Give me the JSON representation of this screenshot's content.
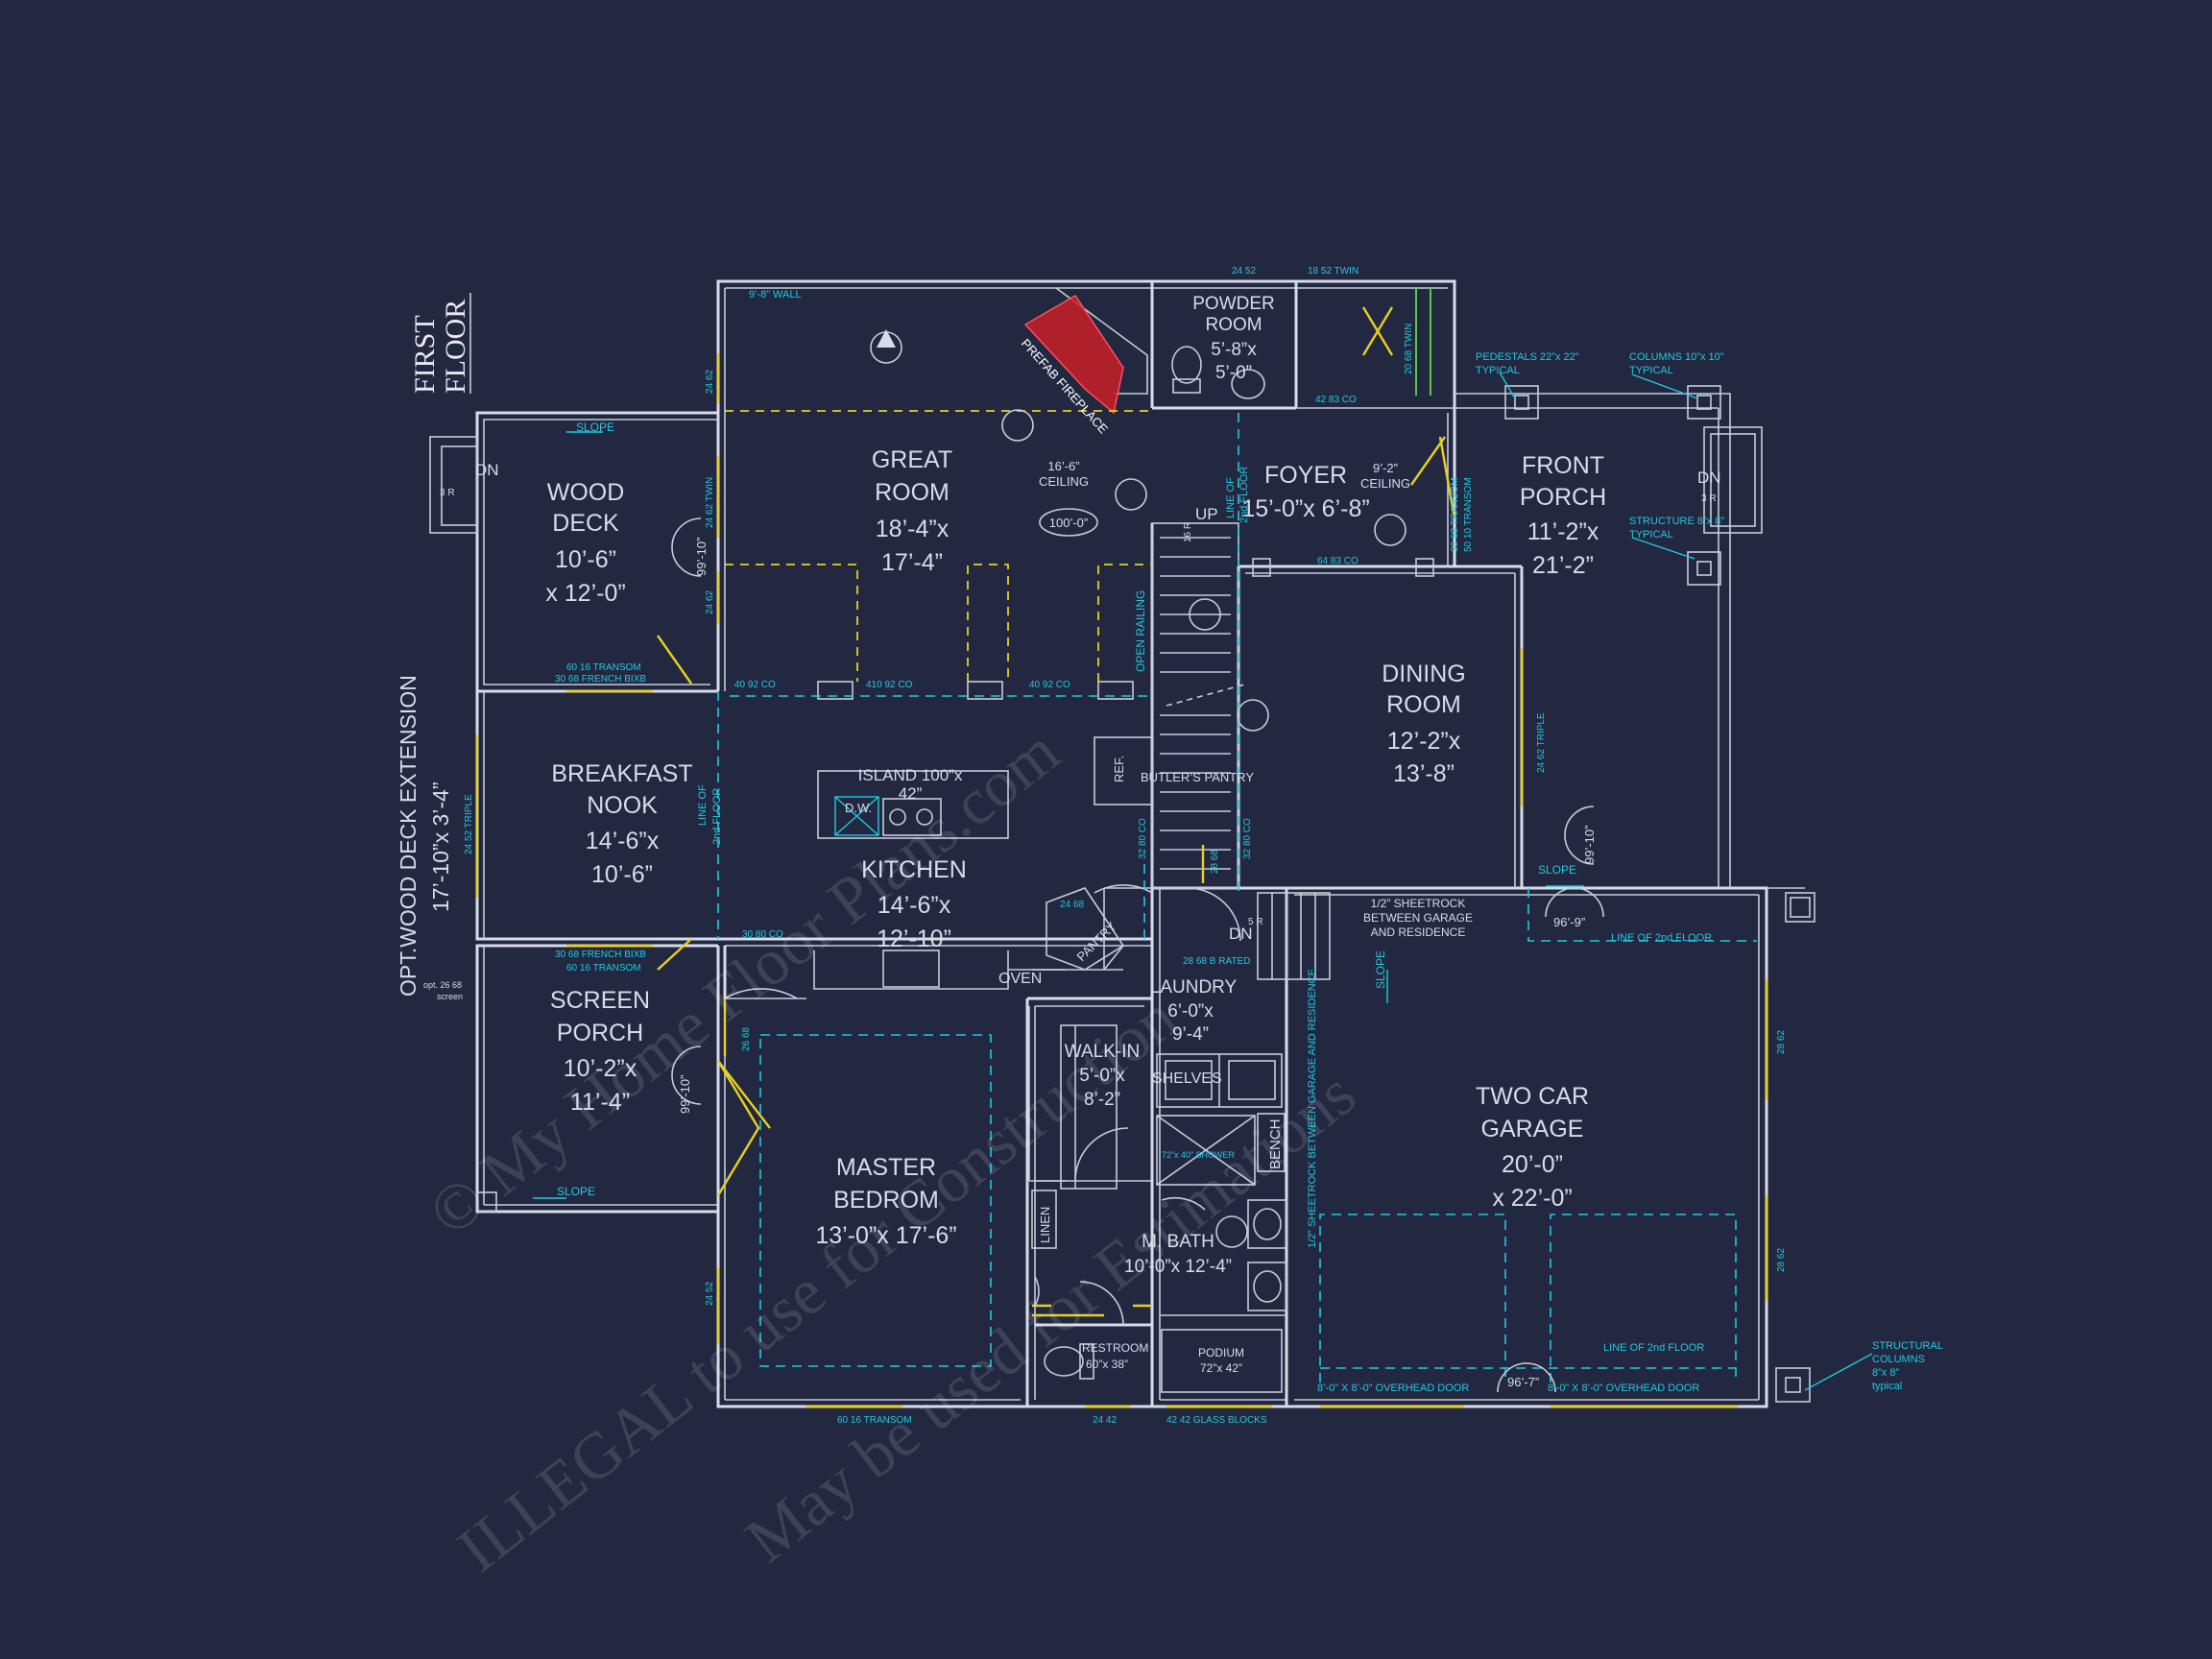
{
  "drawing": {
    "title_line1": "FIRST",
    "title_line2": "FLOOR",
    "colors": {
      "background": "#222840",
      "walls": "#d8dce8",
      "notes": "#22c8e0",
      "windows": "#e8d020",
      "fireplace": "#c81e28"
    }
  },
  "rooms": {
    "wood_deck": {
      "name1": "WOOD",
      "name2": "DECK",
      "dim1": "10’-6”",
      "dim2": "x  12’-0”"
    },
    "great_room": {
      "name1": "GREAT",
      "name2": "ROOM",
      "dim1": "18’-4”x",
      "dim2": "17’-4”"
    },
    "powder_room": {
      "name1": "POWDER",
      "name2": "ROOM",
      "dim1": "5’-8”x",
      "dim2": "5’-0”"
    },
    "foyer": {
      "name": "FOYER",
      "dim": "15’-0”x  6’-8”"
    },
    "front_porch": {
      "name1": "FRONT",
      "name2": "PORCH",
      "dim1": "11’-2”x",
      "dim2": "21’-2”"
    },
    "dining_room": {
      "name1": "DINING",
      "name2": "ROOM",
      "dim1": "12’-2”x",
      "dim2": "13’-8”"
    },
    "breakfast_nook": {
      "name1": "BREAKFAST",
      "name2": "NOOK",
      "dim1": "14’-6”x",
      "dim2": "10’-6”"
    },
    "kitchen": {
      "name": "KITCHEN",
      "dim1": "14’-6”x",
      "dim2": "12’-10”"
    },
    "screen_porch": {
      "name1": "SCREEN",
      "name2": "PORCH",
      "dim1": "10’-2”x",
      "dim2": "11’-4”"
    },
    "master_bedroom": {
      "name1": "MASTER",
      "name2": "BEDROM",
      "dim": "13’-0”x  17’-6”"
    },
    "laundry": {
      "name": "LAUNDRY",
      "dim1": "6’-0”x",
      "dim2": "9’-4”"
    },
    "walk_in": {
      "name": "WALK-IN",
      "dim1": "5’-0”x",
      "dim2": "8’-2”"
    },
    "m_bath": {
      "name": "M. BATH",
      "dim": "10’-0”x  12’-4”"
    },
    "garage": {
      "name1": "TWO CAR",
      "name2": "GARAGE",
      "dim1": "20’-0”",
      "dim2": "x  22’-0”"
    }
  },
  "labels": {
    "opt_deck_1": "OPT.WOOD DECK EXTENSION",
    "opt_deck_2": "17’-10”x 3’-4”",
    "island": "ISLAND 100”x",
    "island2": "42”",
    "dw": "D.W.",
    "oven": "OVEN",
    "pantry": "PANTRY",
    "ref": "REF.",
    "butlers": "BUTLER’S PANTRY",
    "shelves": "SHELVES",
    "linen": "LINEN",
    "bench": "BENCH",
    "up": "UP",
    "dn1": "DN",
    "dn2": "DN",
    "dn3": "DN",
    "prefab": "PREFAB FIREPLACE",
    "open_railing": "OPEN RAILING"
  },
  "notes": {
    "wall_98": "9’-8” WALL",
    "ceil_great": "16’-6”",
    "ceil_great2": "CEILING",
    "ceil_foyer": "9’-2”",
    "ceil_foyer2": "CEILING",
    "arc_100": "100’-0”",
    "arc_99a": "99’-10”",
    "arc_99b": "99’-10”",
    "arc_99c": "99’-10”",
    "arc_96a": "96’-9”",
    "arc_96b": "96’-7”",
    "slope1": "SLOPE",
    "slope2": "SLOPE",
    "slope3": "SLOPE",
    "slope4": "SLOPE",
    "w_2452_top": "24 52",
    "w_1852": "18 52 TWIN",
    "w_4283": "42 83 CO",
    "w_2068": "20 68 TWIN",
    "w_2462": "24 62",
    "w_2462twin": "24 62 TWIN",
    "w_2462b": "24 62",
    "w_6016": "60 16 TRANSOM",
    "w_3068f": "30 68 FRENCH BIXB",
    "w_40921": "40 92 CO",
    "w_41092": "410 92 CO",
    "w_40922": "40 92 CO",
    "w_6483": "64 83 CO",
    "w_2462triple": "24 62 TRIPLE",
    "w_2452triple": "24 52 TRIPLE",
    "w_3080": "30 80 CO",
    "w_3068f2": "30 68 FRENCH BIXB",
    "w_6016b": "60 16 TRANSOM",
    "w_3280": "32 80 CO",
    "w_3280b": "32 80 CO",
    "w_2868": "28 68",
    "w_2468": "24 68",
    "w_2868b": "28 68 B RATED",
    "w_2668": "26 68",
    "w_2452b": "24 52",
    "w_6016c": "60 16 TRANSOM",
    "w_2442": "24 42",
    "w_4242": "42 42 GLASS BLOCKS",
    "w_2862a": "28 62",
    "w_2862b": "28 62",
    "pedestals": "PEDESTALS 22”x 22”",
    "pedestals2": "TYPICAL",
    "columns": "COLUMNS 10”x 10”",
    "columns2": "TYPICAL",
    "structure": "STRUCTURE 8”x 8”",
    "structure2": "TYPICAL",
    "sheetrock1": "1/2” SHEETROCK",
    "sheetrock2": "BETWEEN GARAGE",
    "sheetrock3": "AND RESIDENCE",
    "sheetrock_v": "1/2” SHEETROCK BETWEEN GARAGE AND RESIDENCE",
    "line2nd_a": "LINE OF",
    "line2nd_a2": "2nd FLOOR",
    "line2nd_b": "LINE OF",
    "line2nd_b2": "2nd FLOOR",
    "line2nd_c": "LINE OF 2nd FLOOR",
    "line2nd_d": "LINE OF 2nd FLOOR",
    "overhead1": "8’-0” X 8’-0” OVERHEAD DOOR",
    "overhead2": "8’-0” X 8’-0” OVERHEAD DOOR",
    "structural_cols": "STRUCTURAL",
    "structural_cols2": "COLUMNS",
    "structural_cols3": "8”x 8”",
    "structural_cols4": "typical",
    "shower": "72”x 40” SHOWER",
    "restroom": "RESTROOM",
    "restroom2": "60”x 38”",
    "podium": "PODIUM",
    "podium2": "72”x 42”",
    "opt_screen": "opt. 26 68",
    "opt_screen2": "screen",
    "sr5": "5 R",
    "sr3a": "3 R",
    "sr3b": "3 R",
    "sr16": "16 R",
    "transom_fp": "30 68 TRANSOM",
    "transom_fp2": "50 10 TRANSOM"
  },
  "watermark": {
    "line1": "© My Home Floor Plans.com",
    "line2": "ILLEGAL to use for Construction",
    "line3": "May be used for Estimations"
  }
}
